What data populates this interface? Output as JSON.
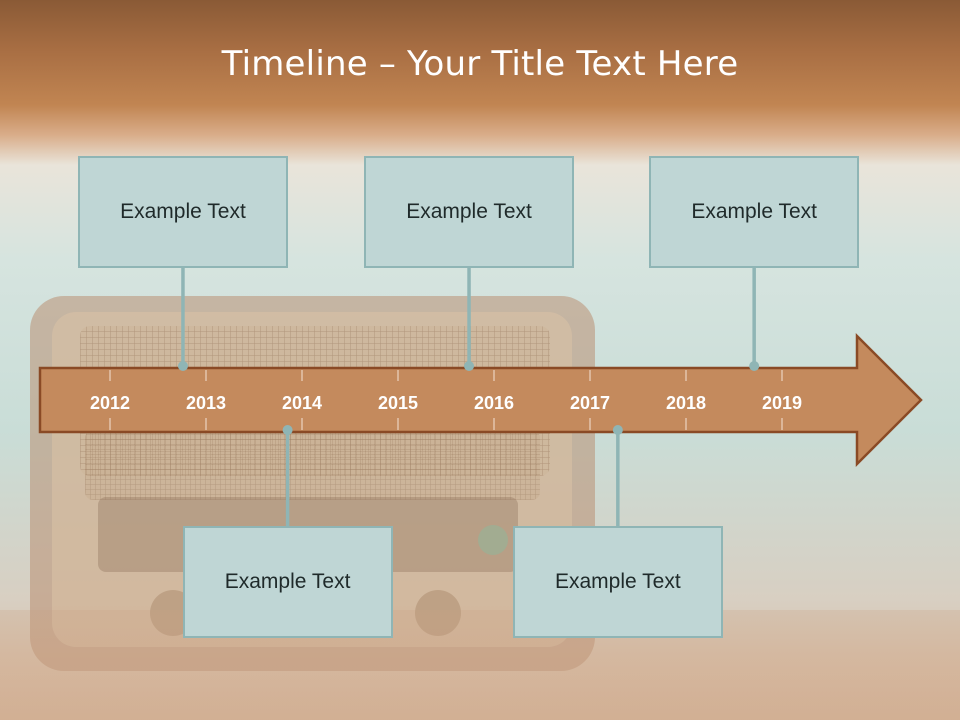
{
  "slide": {
    "title": "Timeline – Your Title Text Here",
    "colors": {
      "arrow_fill": "#c48a5d",
      "arrow_stroke": "#8a4a25",
      "box_fill": "#bfd6d5",
      "box_border": "#8fb5b5",
      "connector": "#8fb5b5",
      "year_text": "#ffffff"
    }
  },
  "timeline": {
    "years": [
      "2012",
      "2013",
      "2014",
      "2015",
      "2016",
      "2017",
      "2018",
      "2019"
    ]
  },
  "events": [
    {
      "label": "Example Text",
      "position": "above",
      "anchor_year": 2012.76
    },
    {
      "label": "Example Text",
      "position": "above",
      "anchor_year": 2015.74
    },
    {
      "label": "Example Text",
      "position": "above",
      "anchor_year": 2018.71
    },
    {
      "label": "Example Text",
      "position": "below",
      "anchor_year": 2013.85
    },
    {
      "label": "Example Text",
      "position": "below",
      "anchor_year": 2017.29
    }
  ]
}
